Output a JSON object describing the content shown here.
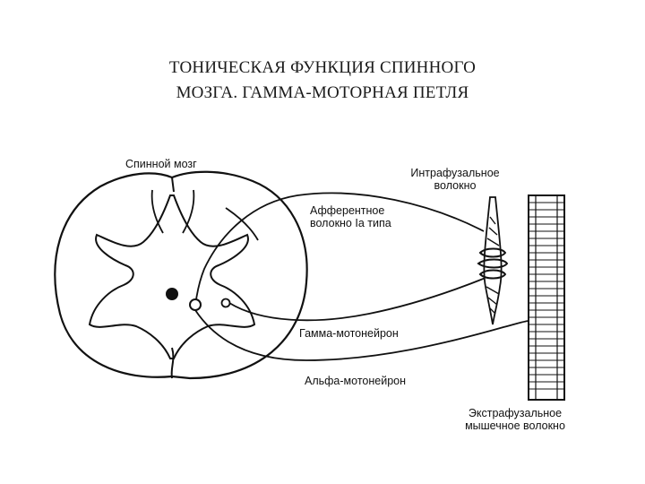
{
  "title": {
    "line1": "ТОНИЧЕСКАЯ ФУНКЦИЯ СПИННОГО",
    "line2": "МОЗГА. ГАММА-МОТОРНАЯ ПЕТЛЯ"
  },
  "diagram": {
    "spinal_cord": "Спинной мозг",
    "intrafusal_1": "Интрафузальное",
    "intrafusal_2": "волокно",
    "afferent_1": "Афферентное",
    "afferent_2": "волокно Ia типа",
    "gamma_motoneuron": "Гамма-мотонейрон",
    "alpha_motoneuron": "Альфа-мотонейрон",
    "extrafusal_1": "Экстрафузальное",
    "extrafusal_2": "мышечное волокно"
  }
}
